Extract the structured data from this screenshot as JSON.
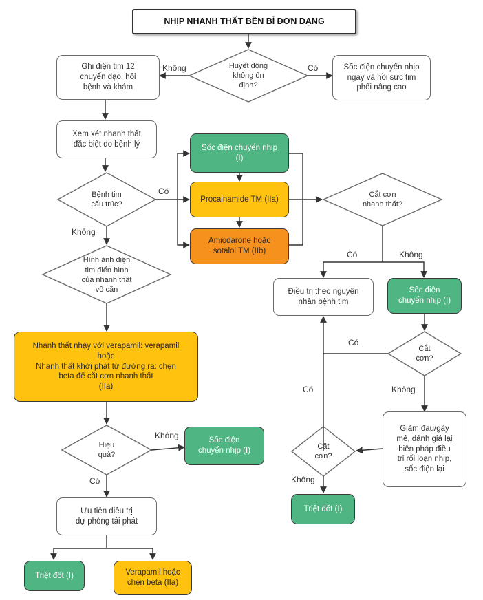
{
  "title": "NHỊP NHANH THẤT BỀN BỈ ĐƠN DẠNG",
  "nodes": {
    "hemo": "Huyết động\nkhông ổn\nđịnh?",
    "ecg": "Ghi điện tim 12\nchuyển đạo, hỏi\nbệnh và khám",
    "cardiovert_advanced": "Sốc điện chuyển nhịp\nngay và hồi sức tim\nphổi nâng cao",
    "review": "Xem xét nhanh thất\nđặc biệt do bệnh lý",
    "structural": "Bệnh tim\ncấu trúc?",
    "cardiovert_i": "Sốc điện chuyển nhịp\n(I)",
    "procainamide": "Procainamide TM (IIa)",
    "amiodarone": "Amiodarone hoặc\nsotalol TM (IIb)",
    "terminated_1": "Cắt cơn\nnhanh thất?",
    "idiopathic": "Hình ảnh điện\ntim điển hình\ncủa nhanh thất\nvô căn",
    "treat_cause": "Điều trị theo nguyên\nnhân bệnh tim",
    "cardiovert_i_2": "Sốc điện\nchuyển nhịp (I)",
    "terminated_2": "Cắt\ncơn?",
    "verapamil_box": "Nhanh thất nhạy với verapamil: verapamil\nhoặc\nNhanh thất khởi phát từ đường ra:  chẹn\nbeta để cắt cơn nhanh thất\n(IIa)",
    "sedation": "Giảm đau/gây\nmê, đánh giá lại\nbiện pháp điều\ntrị rối loạn nhịp,\nsốc điện lại",
    "effective": "Hiệu\nquả?",
    "cardiovert_i_3": "Sốc điện\nchuyển nhịp (I)",
    "terminated_3": "Cắt\ncơn?",
    "ablation_1": "Triệt đốt (I)",
    "prevention": "Ưu tiên điều trị\ndự phòng tái phát",
    "ablation_2": "Triệt đốt (I)",
    "verapamil_beta": "Verapamil hoặc\nchẹn beta (IIa)"
  },
  "labels": {
    "no_hemo": "Không",
    "yes_hemo": "Có",
    "yes_structural": "Có",
    "no_structural": "Không",
    "yes_term1": "Có",
    "no_term1": "Không",
    "yes_term2": "Có",
    "no_term2": "Không",
    "yes_term3": "Có",
    "no_term3": "Không",
    "no_effective": "Không",
    "yes_effective": "Có"
  },
  "colors": {
    "green": "#4fb583",
    "yellow": "#fec20f",
    "orange": "#f7911e"
  }
}
